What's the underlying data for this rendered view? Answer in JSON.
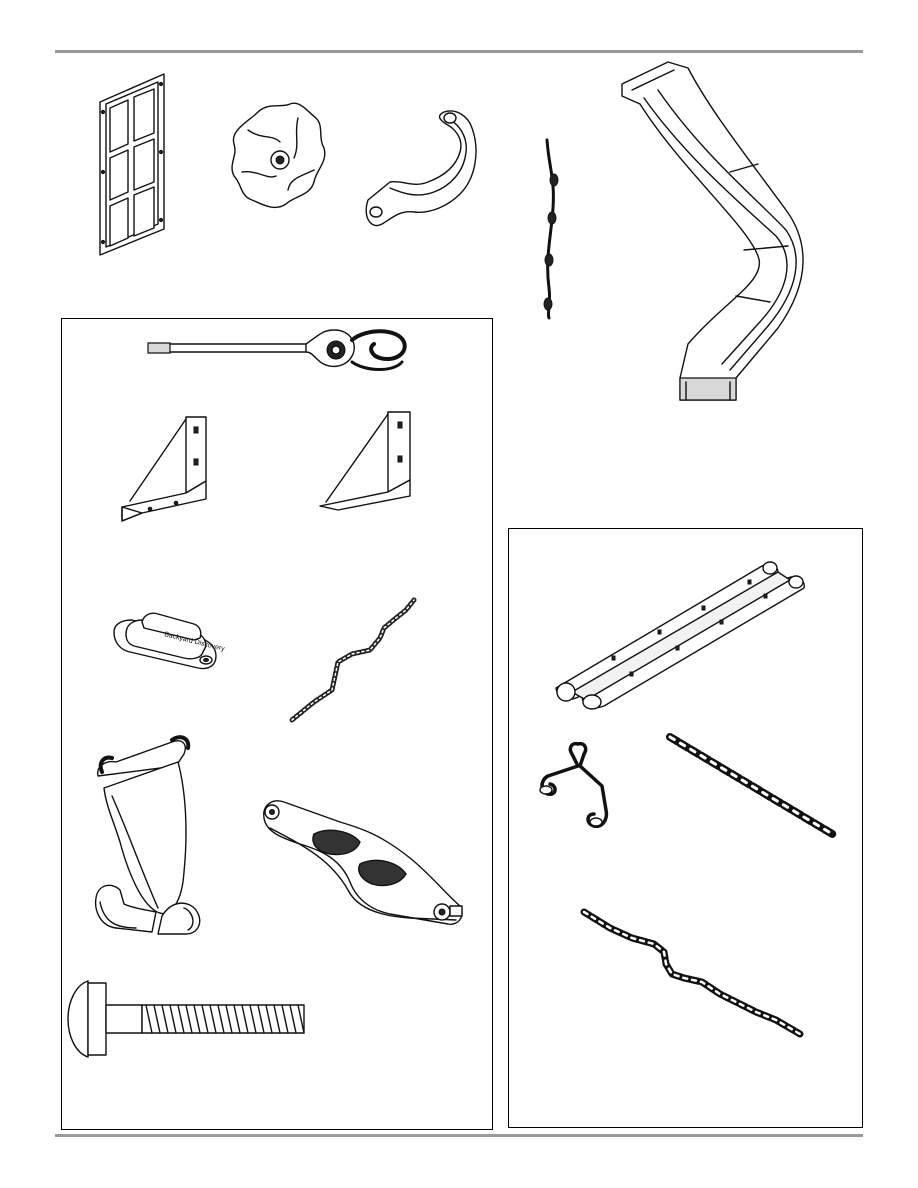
{
  "page": {
    "logo_text": "Backyard Discovery"
  },
  "parts": [
    {
      "id": "window-panel",
      "icon": "window-panel-icon"
    },
    {
      "id": "rock-climbing-hold",
      "icon": "climbing-rock-icon"
    },
    {
      "id": "handle",
      "icon": "grab-handle-icon"
    },
    {
      "id": "climbing-rope",
      "icon": "knotted-rope-icon"
    },
    {
      "id": "slide",
      "icon": "wave-slide-icon"
    },
    {
      "id": "swing-hanger",
      "icon": "swing-hanger-icon"
    },
    {
      "id": "corner-bracket-left",
      "icon": "angle-bracket-icon"
    },
    {
      "id": "corner-bracket-right",
      "icon": "angle-bracket-icon"
    },
    {
      "id": "belt-swing-seat",
      "icon": "belt-seat-icon"
    },
    {
      "id": "swing-chain",
      "icon": "chain-icon"
    },
    {
      "id": "trapeze-bar",
      "icon": "trapeze-icon"
    },
    {
      "id": "glider-seat",
      "icon": "glider-seat-icon"
    },
    {
      "id": "carriage-bolt",
      "icon": "carriage-bolt-icon"
    },
    {
      "id": "ladder-rung-channel",
      "icon": "rail-channel-icon"
    },
    {
      "id": "s-hook-pair",
      "icon": "s-hook-icon"
    },
    {
      "id": "straight-chain",
      "icon": "chain-icon"
    },
    {
      "id": "loose-chain",
      "icon": "chain-icon"
    }
  ]
}
